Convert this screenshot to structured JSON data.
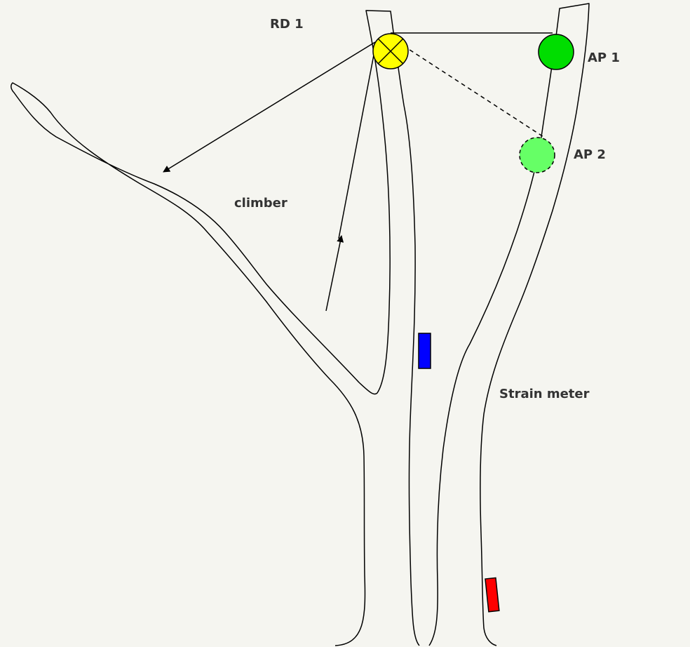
{
  "labels": {
    "rd1": "RD 1",
    "ap1": "AP 1",
    "ap2": "AP 2",
    "climber": "climber",
    "strain_meter": "Strain meter"
  },
  "colors": {
    "background": "#f5f5f0",
    "outline": "#000000",
    "rd1_fill": "#ffff00",
    "ap1_fill": "#00dd00",
    "ap2_fill": "#66ff66",
    "strain_meter_fill": "#0000ff",
    "red_marker_fill": "#ff0000",
    "label_text": "#333333"
  },
  "icons": {
    "rd1": "circle-x-icon",
    "ap1": "filled-circle-icon",
    "ap2": "dashed-circle-icon"
  }
}
